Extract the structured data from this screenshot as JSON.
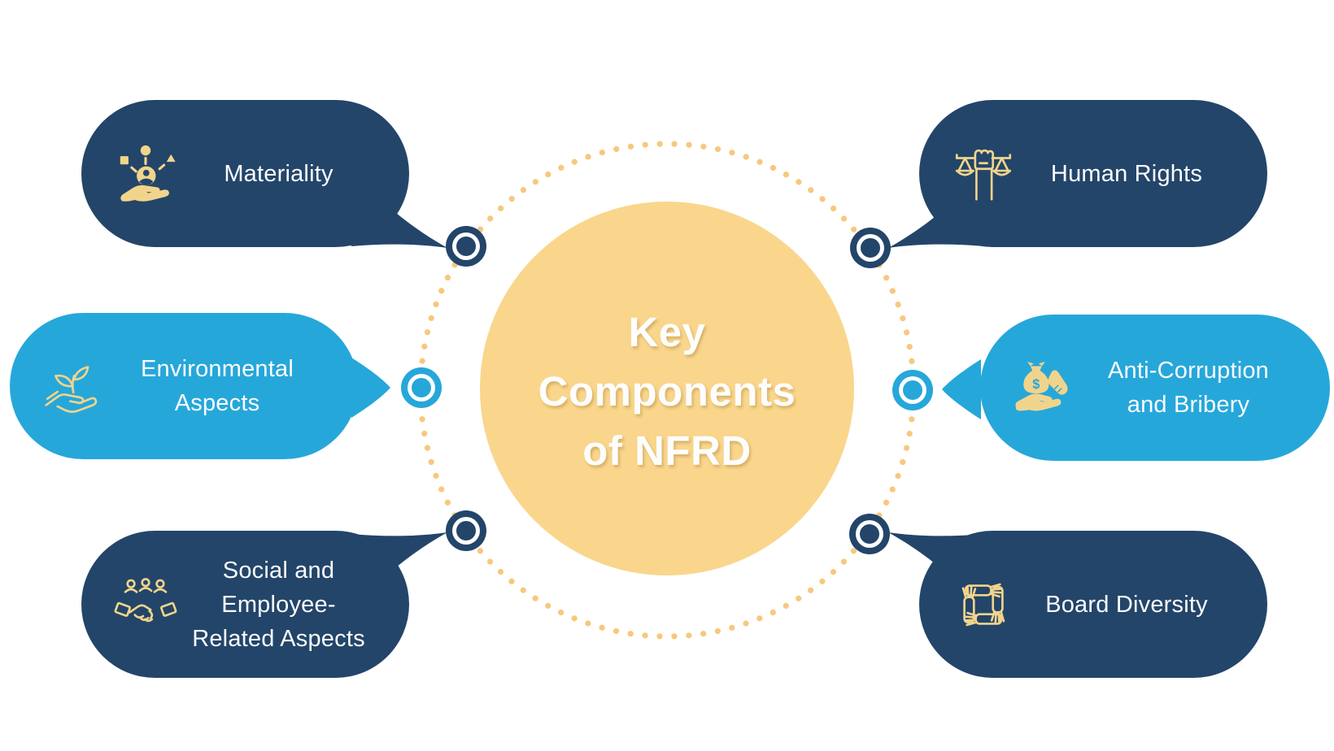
{
  "diagram_title": {
    "line1": "Key",
    "line2": "Components",
    "line3": "of NFRD"
  },
  "palette": {
    "navy": "#234569",
    "blue": "#26A7DA",
    "center_circle_yellow": "#F9D68C",
    "dotted_ring_yellow": "#F7C87E",
    "icon_cream": "#F1D48C",
    "label_text": "#FAFBFD",
    "background": "#FFFFFF"
  },
  "components": [
    {
      "label": "Materiality",
      "lines": [
        "Materiality"
      ],
      "icon": "hand-presenting-stakeholder-shapes-icon",
      "bubble": "navy",
      "position": "top-left"
    },
    {
      "label": "Environmental Aspects",
      "lines": [
        "Environmental",
        "Aspects"
      ],
      "icon": "hand-holding-sprout-icon",
      "bubble": "blue",
      "position": "middle-left"
    },
    {
      "label": "Social and Employee-Related Aspects",
      "lines": [
        "Social and Employee-",
        "Related Aspects"
      ],
      "icon": "handshake-people-icon",
      "bubble": "navy",
      "position": "bottom-left"
    },
    {
      "label": "Human Rights",
      "lines": [
        "Human Rights"
      ],
      "icon": "fist-holding-scales-icon",
      "bubble": "navy",
      "position": "top-right"
    },
    {
      "label": "Anti-Corruption and Bribery",
      "lines": [
        "Anti-Corruption",
        "and Bribery"
      ],
      "icon": "money-bag-hands-icon",
      "bubble": "blue",
      "position": "middle-right"
    },
    {
      "label": "Board Diversity",
      "lines": [
        "Board Diversity"
      ],
      "icon": "four-hands-square-icon",
      "bubble": "navy",
      "position": "bottom-right"
    }
  ]
}
